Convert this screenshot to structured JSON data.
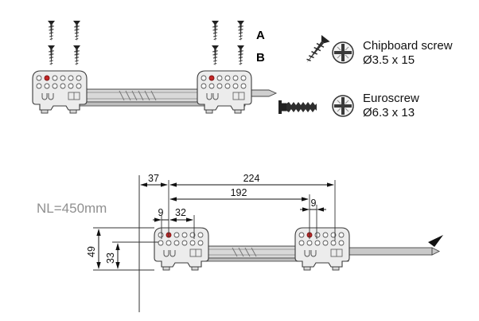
{
  "legend": {
    "items": [
      {
        "name": "Chipboard screw",
        "size": "Ø3.5 x 15"
      },
      {
        "name": "Euroscrew",
        "size": "Ø6.3 x 13"
      }
    ]
  },
  "callouts": {
    "a": "A",
    "b": "B"
  },
  "nominal_length": "NL=450mm",
  "dimensions": {
    "front_offset": "37",
    "overall": "224",
    "rear_span": "192",
    "left_hole_offset": "9",
    "hole_pitch": "32",
    "right_hole_offset": "9",
    "height_total": "49",
    "height_hole": "33"
  },
  "colors": {
    "red_hole": "#c42727",
    "line": "#3b3b3b",
    "nl_text": "#909090"
  }
}
